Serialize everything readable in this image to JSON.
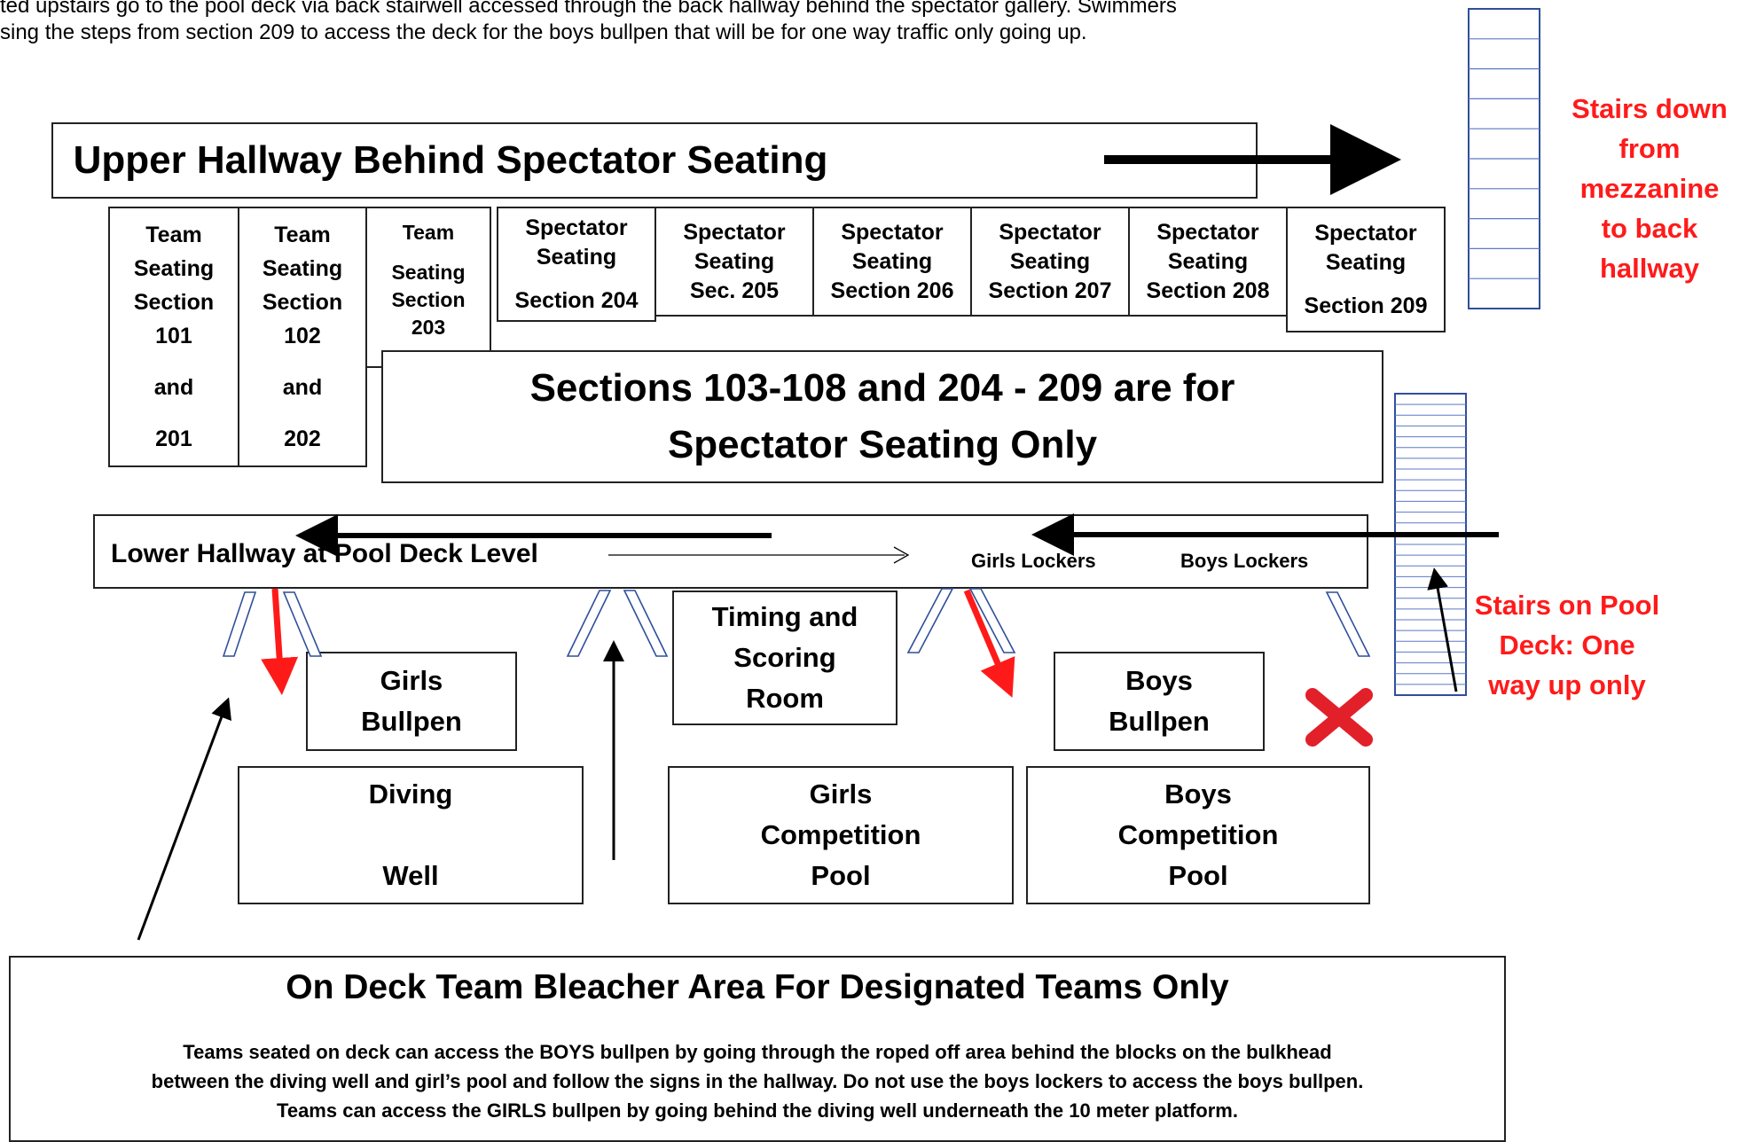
{
  "intro": {
    "line1": "ted upstairs go to the pool deck via back stairwell accessed through the back hallway behind the spectator gallery.  Swimmers",
    "line2": "sing the steps from section 209 to access the deck for the boys bullpen that will be for one way traffic only going up."
  },
  "upper_hallway": {
    "label": "Upper Hallway Behind Spectator Seating"
  },
  "team_sections": [
    {
      "lines": [
        "Team",
        "Seating",
        "Section",
        "101",
        "and",
        "201"
      ]
    },
    {
      "lines": [
        "Team",
        "Seating",
        "Section",
        "102",
        "and",
        "202"
      ]
    },
    {
      "lines": [
        "Team",
        "Seating",
        "Section",
        "203"
      ]
    }
  ],
  "spectator_sections": [
    {
      "lines": [
        "Spectator",
        "Seating",
        "Section 204"
      ]
    },
    {
      "lines": [
        "Spectator",
        "Seating",
        "Sec. 205"
      ]
    },
    {
      "lines": [
        "Spectator",
        "Seating",
        "Section 206"
      ]
    },
    {
      "lines": [
        "Spectator",
        "Seating",
        "Section 207"
      ]
    },
    {
      "lines": [
        "Spectator",
        "Seating",
        "Section 208"
      ]
    },
    {
      "lines": [
        "Spectator",
        "Seating",
        "Section 209"
      ]
    }
  ],
  "spectator_only": {
    "line1": "Sections 103-108 and 204 - 209 are for",
    "line2": "Spectator Seating Only"
  },
  "lower_hallway": {
    "label": "Lower Hallway at Pool Deck Level",
    "girls_lockers": "Girls Lockers",
    "boys_lockers": "Boys Lockers"
  },
  "rooms": {
    "girls_bullpen": [
      "Girls",
      "Bullpen"
    ],
    "timing_room": [
      "Timing and",
      "Scoring",
      "Room"
    ],
    "boys_bullpen": [
      "Boys",
      "Bullpen"
    ],
    "diving_well": [
      "Diving",
      "",
      "Well"
    ],
    "girls_pool": [
      "Girls",
      "Competition",
      "Pool"
    ],
    "boys_pool": [
      "Boys",
      "Competition",
      "Pool"
    ]
  },
  "stairs_labels": {
    "mezzanine": [
      "Stairs down",
      "from",
      "mezzanine",
      "to back",
      "hallway"
    ],
    "pool_deck": [
      "Stairs on Pool",
      "Deck: One",
      "way up only"
    ]
  },
  "bleacher_area": {
    "title": "On Deck Team Bleacher Area For Designated Teams Only",
    "text1": "Teams seated on deck can access the BOYS bullpen by going through the roped off area behind the blocks  on the bulkhead",
    "text2": "between the diving well and girl’s pool and follow the signs in the hallway.  Do not use the boys lockers to access the boys bullpen.",
    "text3": "Teams can access the GIRLS bullpen by going behind the diving well underneath the 10 meter platform."
  },
  "colors": {
    "red": "#ff1a1a",
    "stair_blue": "#2f4f9a",
    "black": "#000000"
  }
}
